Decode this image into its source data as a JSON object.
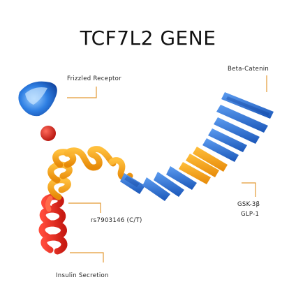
{
  "title": "TCF7L2 GENE",
  "labels": {
    "frizzled": "Frizzled  Receptor",
    "beta_catenin": "Beta-Catenin",
    "gsk": "GSK-3β",
    "glp": "GLP-1",
    "snp": "rs7903146 (C/T)",
    "insulin": "Insulin Secretion"
  },
  "colors": {
    "blue": "#1f63c9",
    "blue_light": "#4f8fe6",
    "orange": "#f59a12",
    "red": "#d8261e",
    "line_orange": "#e39a35"
  }
}
